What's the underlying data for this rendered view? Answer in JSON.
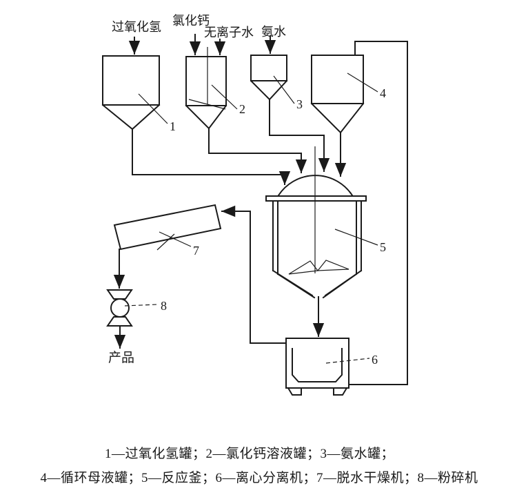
{
  "figure": {
    "type": "process-flow-diagram",
    "description_visible_text_only": true,
    "feed_labels": {
      "hydrogen_peroxide": "过氧化氢",
      "calcium_chloride": "氯化钙",
      "deionized_water": "无离子水",
      "ammonia_water": "氨水"
    },
    "product_label": "产品",
    "equipment_numbers": {
      "n1": "1",
      "n2": "2",
      "n3": "3",
      "n4": "4",
      "n5": "5",
      "n6": "6",
      "n7": "7",
      "n8": "8"
    },
    "caption": {
      "line1": "1—过氧化氢罐；2—氯化钙溶液罐；3—氨水罐；",
      "line2": "4—循环母液罐；5—反应釜；6—离心分离机；7—脱水干燥机；8—粉碎机"
    },
    "colors": {
      "ink": "#1a1a1a",
      "background": "#ffffff"
    }
  }
}
